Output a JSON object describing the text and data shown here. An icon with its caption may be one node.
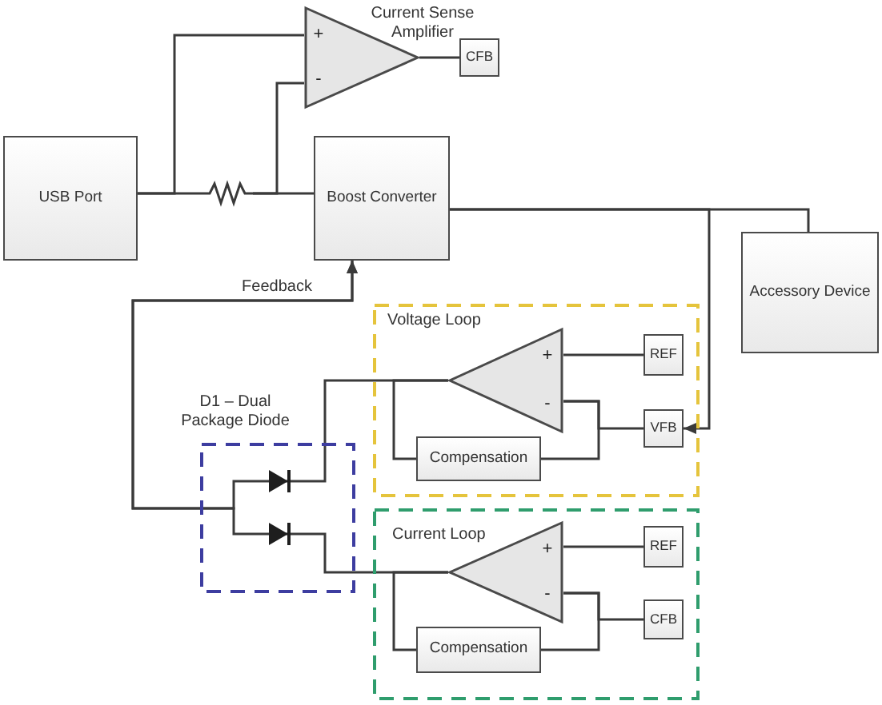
{
  "diagram": {
    "nodes": [
      {
        "text": [
          "+",
          "-"
        ],
        "beside": [
          "Current Sense Amplifier"
        ]
      },
      {
        "text": [
          "CFB"
        ]
      },
      {
        "text": [
          "USB Port"
        ]
      },
      {
        "text": [],
        "shape": "resistor"
      },
      {
        "text": [
          "Boost Converter"
        ]
      },
      {
        "text": [
          "Accessory Device"
        ]
      },
      {
        "text": [
          "D1 – Dual Package Diode"
        ]
      },
      {
        "text": [],
        "shape": "diode",
        "in": 6
      },
      {
        "text": [],
        "shape": "diode",
        "in": 6
      },
      {
        "text": [
          "Voltage Loop"
        ]
      },
      {
        "text": [
          "+",
          "-"
        ],
        "in": 9
      },
      {
        "text": [
          "REF"
        ],
        "in": 9
      },
      {
        "text": [
          "VFB"
        ],
        "in": 9
      },
      {
        "text": [
          "Compensation"
        ],
        "in": 9
      },
      {
        "text": [
          "Current Loop"
        ]
      },
      {
        "text": [
          "+",
          "-"
        ],
        "in": 14
      },
      {
        "text": [
          "REF"
        ],
        "in": 14
      },
      {
        "text": [
          "CFB"
        ],
        "in": 14
      },
      {
        "text": [
          "Compensation"
        ],
        "in": 14
      }
    ],
    "edges": [
      {
        "from": 2,
        "to": 3,
        "arrow": "none"
      },
      {
        "from": 2,
        "to": 0,
        "arrow": "none"
      },
      {
        "from": 3,
        "to": 4,
        "arrow": "none"
      },
      {
        "from": 3,
        "to": 0,
        "arrow": "none"
      },
      {
        "from": 0,
        "to": 1,
        "arrow": "none"
      },
      {
        "from": 4,
        "to": 5,
        "arrow": "none"
      },
      {
        "from": 4,
        "to": 12,
        "arrow": "to"
      },
      {
        "from": 7,
        "to": 4,
        "arrow": "to",
        "label": "Feedback"
      },
      {
        "from": 8,
        "to": 4,
        "arrow": "to"
      },
      {
        "from": 7,
        "to": 10,
        "arrow": "none"
      },
      {
        "from": 10,
        "to": 13,
        "arrow": "none"
      },
      {
        "from": 11,
        "to": 10,
        "arrow": "none"
      },
      {
        "from": 12,
        "to": 10,
        "arrow": "none"
      },
      {
        "from": 13,
        "to": 10,
        "arrow": "none"
      },
      {
        "from": 8,
        "to": 15,
        "arrow": "none"
      },
      {
        "from": 15,
        "to": 18,
        "arrow": "none"
      },
      {
        "from": 16,
        "to": 15,
        "arrow": "none"
      },
      {
        "from": 17,
        "to": 15,
        "arrow": "none"
      },
      {
        "from": 18,
        "to": 15,
        "arrow": "none"
      }
    ]
  }
}
